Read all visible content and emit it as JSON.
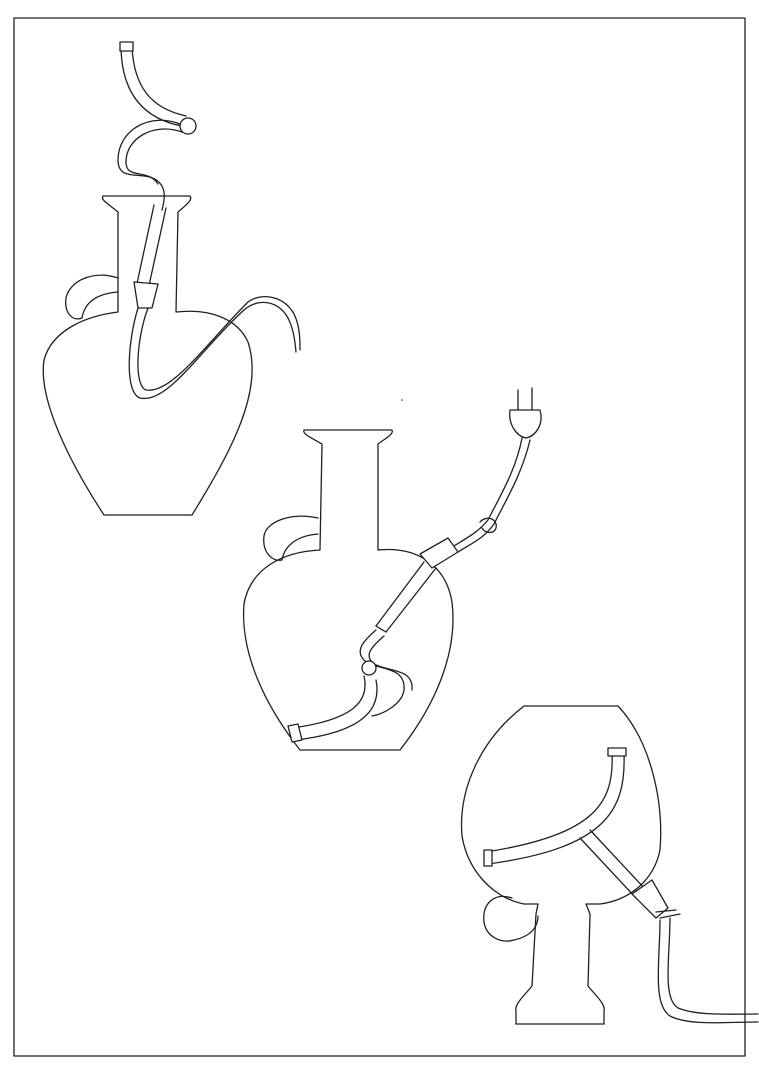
{
  "figure": {
    "panels": [
      {
        "id": "step-1",
        "icon": "amphora-vase-icon",
        "cable": "cable-with-curved-lamp-tube"
      },
      {
        "id": "step-2",
        "icon": "amphora-vase-icon",
        "cable": "cable-with-plug"
      },
      {
        "id": "step-3",
        "icon": "inverted-glass-vase-icon",
        "cable": "cable-exiting-right-edge"
      }
    ],
    "colors": {
      "ink": "#231f20",
      "paper": "#ffffff"
    }
  }
}
